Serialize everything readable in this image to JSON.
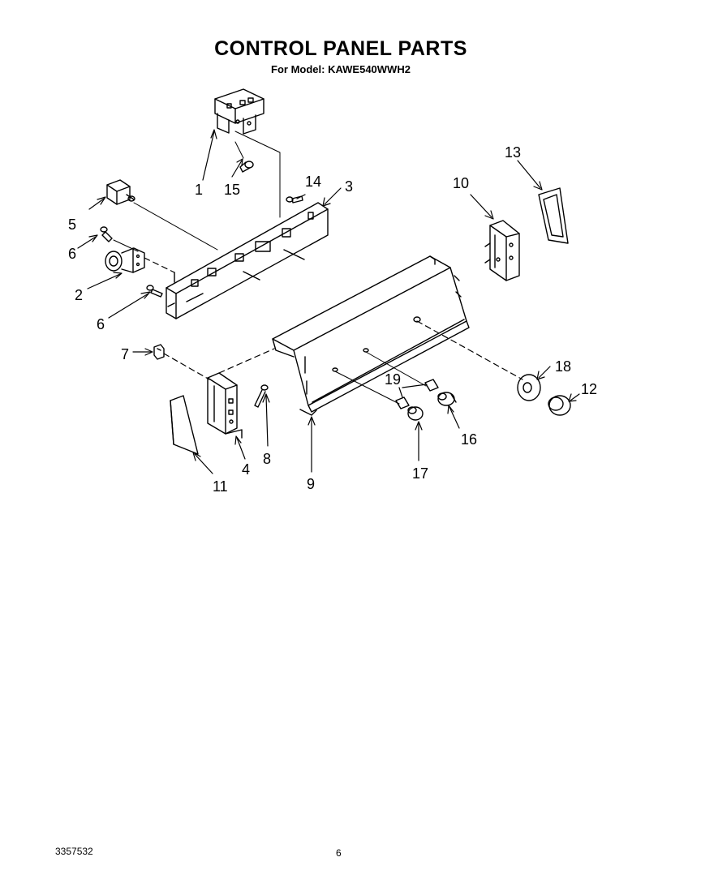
{
  "title": "CONTROL PANEL PARTS",
  "subtitle": "For Model: KAWE540WWH2",
  "doc_number": "3357532",
  "page_number": "6",
  "callouts": {
    "c1": "1",
    "c2": "2",
    "c3": "3",
    "c4": "4",
    "c5": "5",
    "c6a": "6",
    "c6b": "6",
    "c7": "7",
    "c8": "8",
    "c9": "9",
    "c10": "10",
    "c11": "11",
    "c12": "12",
    "c13": "13",
    "c14": "14",
    "c15": "15",
    "c16": "16",
    "c17": "17",
    "c18": "18",
    "c19": "19"
  }
}
